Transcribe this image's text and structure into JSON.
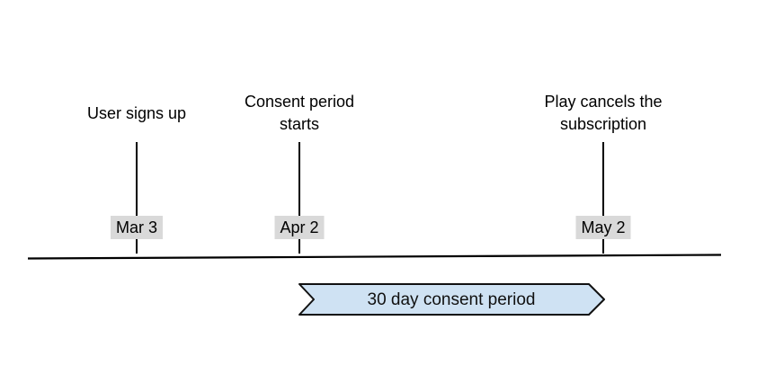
{
  "timeline": {
    "background_color": "#ffffff",
    "line_color": "#000000",
    "date_chip_bg": "#d9d9d9",
    "events": [
      {
        "label": "User signs up",
        "date": "Mar 3"
      },
      {
        "label": "Consent period starts",
        "date": "Apr 2"
      },
      {
        "label": "Play cancels the subscription",
        "date": "May 2"
      }
    ],
    "banner": {
      "label": "30 day consent period",
      "fill": "#cfe2f3",
      "stroke": "#111111"
    }
  }
}
